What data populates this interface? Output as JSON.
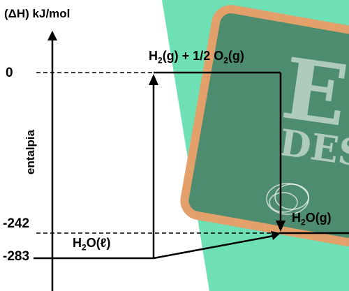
{
  "axis": {
    "title": "(ΔH) kJ/mol",
    "ylabel": "entalpia",
    "ticks": [
      "0",
      "-242",
      "-283"
    ]
  },
  "levels": {
    "reagents": {
      "prefix": "H",
      "sub1": "2",
      "mid": "(g) + 1/2 O",
      "sub2": "2",
      "suffix": "(g)"
    },
    "liquid": {
      "prefix": "H",
      "sub1": "2",
      "suffix": "O(ℓ)"
    },
    "gas": {
      "prefix": "H",
      "sub1": "2",
      "suffix": "O(g)"
    }
  },
  "watermark": {
    "big": "ED",
    "small": "DESC"
  },
  "colors": {
    "band": "#6fe0b6",
    "board": "#4e8c70",
    "board_frame": "#e3a06a"
  }
}
